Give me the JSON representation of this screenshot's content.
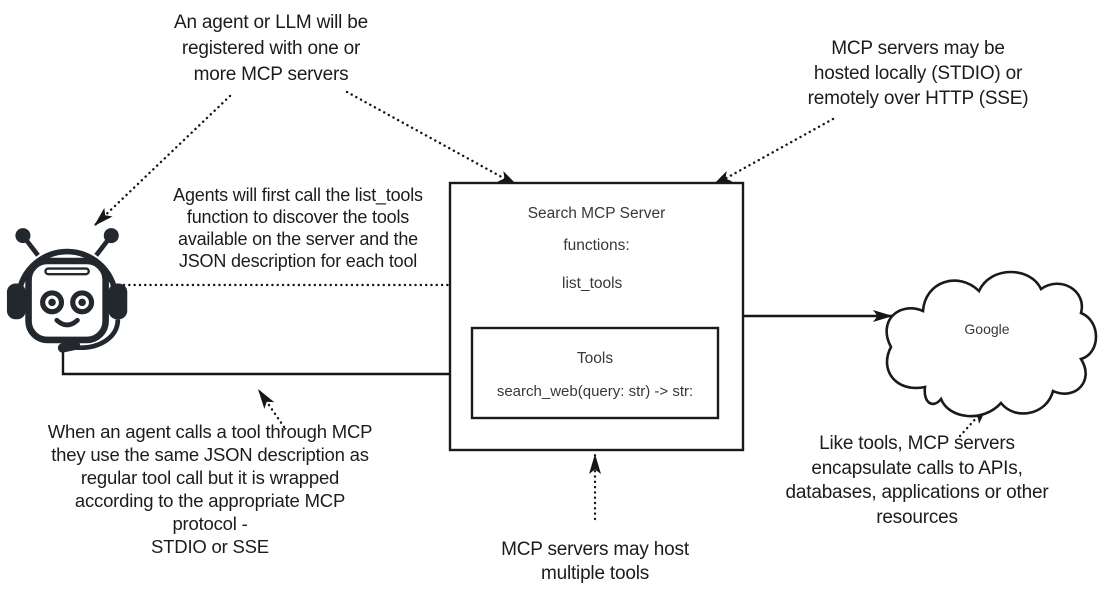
{
  "annotations": {
    "agent_registration": "An agent or LLM will be\nregistered with one or\nmore MCP servers",
    "hosting": "MCP servers may be\nhosted locally (STDIO) or\nremotely over HTTP (SSE)",
    "list_tools_discovery": "Agents will first call the list_tools\nfunction to discover the tools\navailable on the server and the\nJSON description for each tool",
    "tool_call_wrapping": "When an agent calls a tool through MCP\nthey use the same JSON description as\nregular tool call but it is wrapped\naccording to the appropriate MCP\nprotocol -\nSTDIO or SSE",
    "multiple_tools": "MCP servers may host\nmultiple tools",
    "encapsulation": "Like tools, MCP servers\nencapsulate calls to APIs,\ndatabases, applications or other\nresources"
  },
  "server": {
    "title": "Search MCP Server",
    "functions_label": "functions:",
    "function_list_tools": "list_tools",
    "tools_box": {
      "title": "Tools",
      "signature": "search_web(query: str) -> str:"
    }
  },
  "cloud": {
    "label": "Google"
  },
  "icons": {
    "agent": "robot-headset-icon"
  },
  "colors": {
    "line": "#161616",
    "text": "#1c1c1c",
    "box_text": "#383838",
    "robot": "#23272e",
    "background": "#ffffff"
  }
}
